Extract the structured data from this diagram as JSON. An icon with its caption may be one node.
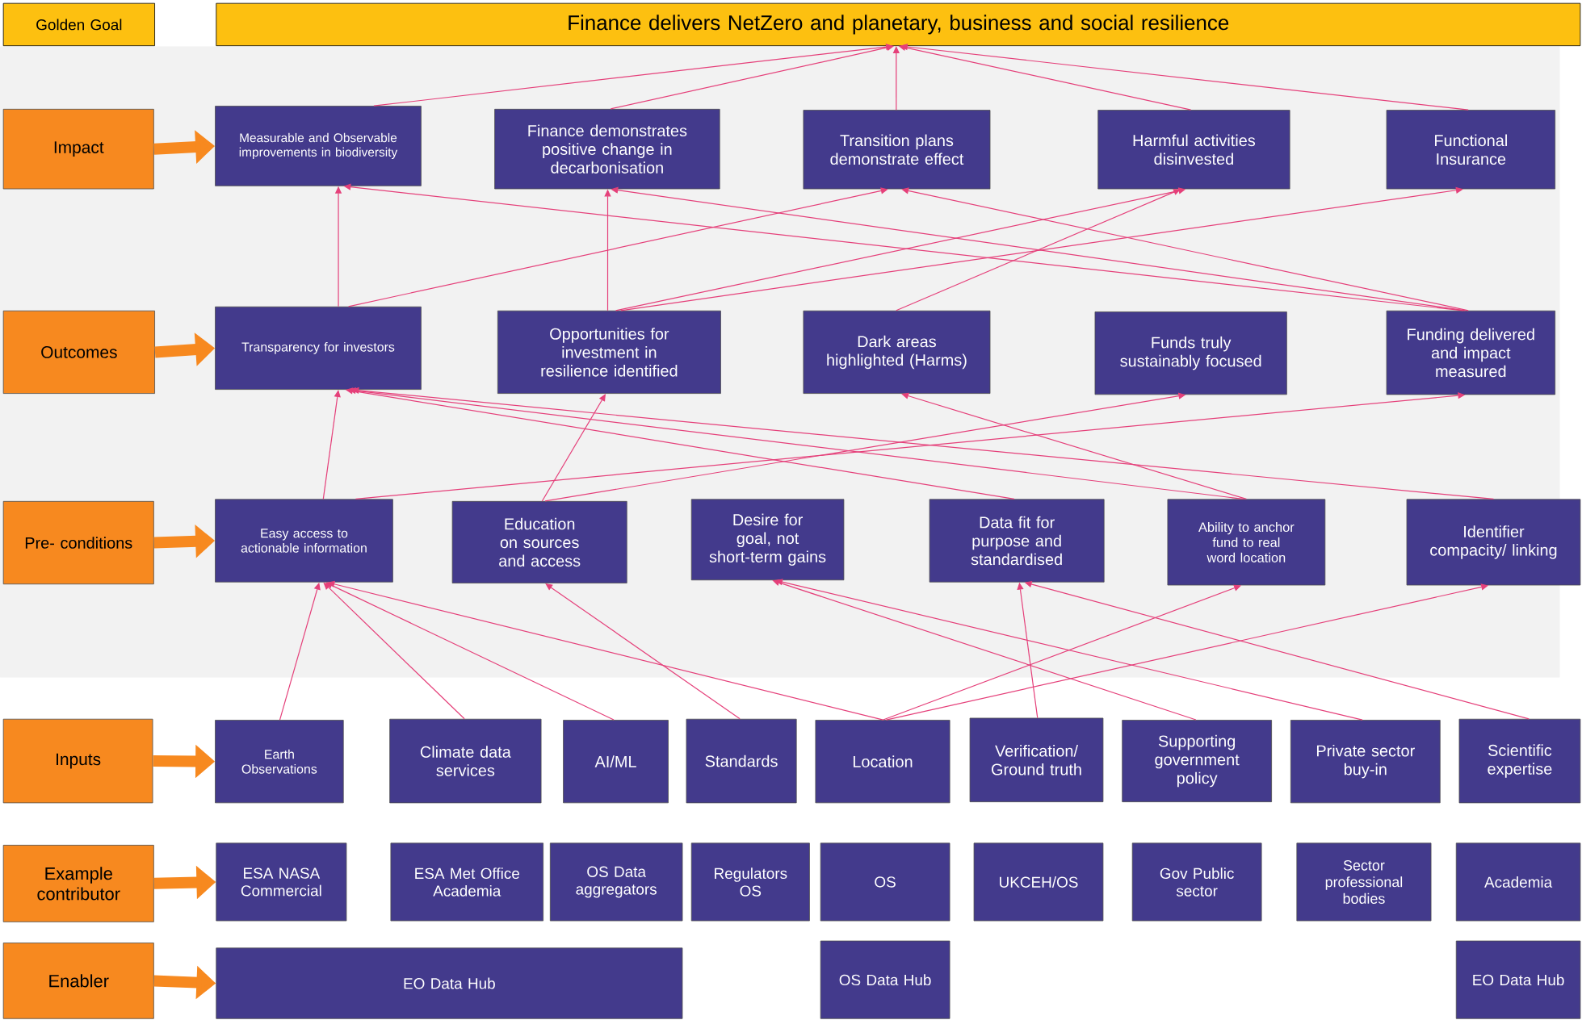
{
  "diagram": {
    "nodes": [
      {
        "text": [
          "Golden Goal"
        ]
      },
      {
        "text": [
          "Finance delivers NetZero and planetary, business and social resilience"
        ]
      },
      {
        "text": [
          "Impact"
        ]
      },
      {
        "text": [
          "Measurable and Observable improvements in biodiversity"
        ]
      },
      {
        "text": [
          "Finance demonstrates positive change in decarbonisation"
        ]
      },
      {
        "text": [
          "Transition plans demonstrate effect"
        ]
      },
      {
        "text": [
          "Harmful activities disinvested"
        ]
      },
      {
        "text": [
          "Functional Insurance"
        ]
      },
      {
        "text": [
          "Outcomes"
        ]
      },
      {
        "text": [
          "Transparency for investors"
        ]
      },
      {
        "text": [
          "Opportunities for investment in resilience identified"
        ]
      },
      {
        "text": [
          "Dark areas highlighted (Harms)"
        ]
      },
      {
        "text": [
          "Funds truly sustainably focused"
        ]
      },
      {
        "text": [
          "Funding delivered and impact measured"
        ]
      },
      {
        "text": [
          "Pre- conditions"
        ]
      },
      {
        "text": [
          "Easy access to actionable information"
        ]
      },
      {
        "text": [
          "Education on sources and access"
        ]
      },
      {
        "text": [
          "Desire for goal, not short-term gains"
        ]
      },
      {
        "text": [
          "Data fit for purpose and standardised"
        ]
      },
      {
        "text": [
          "Ability to anchor fund to real word location"
        ]
      },
      {
        "text": [
          "Identifier compacity/ linking"
        ]
      },
      {
        "text": [
          "Inputs"
        ]
      },
      {
        "text": [
          "Earth Observations"
        ]
      },
      {
        "text": [
          "Climate data services"
        ]
      },
      {
        "text": [
          "AI/ML"
        ]
      },
      {
        "text": [
          "Standards"
        ]
      },
      {
        "text": [
          "Location"
        ]
      },
      {
        "text": [
          "Verification/ Ground truth"
        ]
      },
      {
        "text": [
          "Supporting government policy"
        ]
      },
      {
        "text": [
          "Private sector buy-in"
        ]
      },
      {
        "text": [
          "Scientific expertise"
        ]
      },
      {
        "text": [
          "Example contributor"
        ]
      },
      {
        "text": [
          "ESA NASA Commercial"
        ]
      },
      {
        "text": [
          "ESA Met Office Academia"
        ]
      },
      {
        "text": [
          "OS Data aggregators"
        ]
      },
      {
        "text": [
          "Regulators OS"
        ]
      },
      {
        "text": [
          "OS"
        ]
      },
      {
        "text": [
          "UKCEH/OS"
        ]
      },
      {
        "text": [
          "Gov Public sector"
        ]
      },
      {
        "text": [
          "Sector professional bodies"
        ]
      },
      {
        "text": [
          "Academia"
        ]
      },
      {
        "text": [
          "Enabler"
        ]
      },
      {
        "text": [
          "EO Data Hub"
        ]
      },
      {
        "text": [
          "OS Data Hub"
        ]
      },
      {
        "text": [
          "EO Data Hub"
        ]
      }
    ],
    "edges": [
      {
        "from": 3,
        "to": 1,
        "arrow": "to"
      },
      {
        "from": 4,
        "to": 1,
        "arrow": "to"
      },
      {
        "from": 5,
        "to": 1,
        "arrow": "to"
      },
      {
        "from": 6,
        "to": 1,
        "arrow": "to"
      },
      {
        "from": 7,
        "to": 1,
        "arrow": "to"
      },
      {
        "from": 2,
        "to": 3,
        "arrow": "to",
        "style": "thick",
        "color": "#f7891f"
      },
      {
        "from": 8,
        "to": 9,
        "arrow": "to",
        "style": "thick",
        "color": "#f7891f"
      },
      {
        "from": 14,
        "to": 15,
        "arrow": "to",
        "style": "thick",
        "color": "#f7891f"
      },
      {
        "from": 21,
        "to": 22,
        "arrow": "to",
        "style": "thick",
        "color": "#f7891f"
      },
      {
        "from": 31,
        "to": 32,
        "arrow": "to",
        "style": "thick",
        "color": "#f7891f"
      },
      {
        "from": 41,
        "to": 42,
        "arrow": "to",
        "style": "thick",
        "color": "#f7891f"
      },
      {
        "from": 9,
        "to": 3,
        "arrow": "to"
      },
      {
        "from": 9,
        "to": 5,
        "arrow": "to"
      },
      {
        "from": 10,
        "to": 4,
        "arrow": "to"
      },
      {
        "from": 10,
        "to": 6,
        "arrow": "to"
      },
      {
        "from": 10,
        "to": 7,
        "arrow": "to"
      },
      {
        "from": 11,
        "to": 6,
        "arrow": "to"
      },
      {
        "from": 13,
        "to": 3,
        "arrow": "to"
      },
      {
        "from": 13,
        "to": 4,
        "arrow": "to"
      },
      {
        "from": 13,
        "to": 5,
        "arrow": "to"
      },
      {
        "from": 15,
        "to": 9,
        "arrow": "to"
      },
      {
        "from": 15,
        "to": 13,
        "arrow": "to"
      },
      {
        "from": 16,
        "to": 10,
        "arrow": "to"
      },
      {
        "from": 16,
        "to": 12,
        "arrow": "to"
      },
      {
        "from": 18,
        "to": 9,
        "arrow": "to"
      },
      {
        "from": 19,
        "to": 9,
        "arrow": "to"
      },
      {
        "from": 20,
        "to": 9,
        "arrow": "to"
      },
      {
        "from": 19,
        "to": 11,
        "arrow": "to"
      },
      {
        "from": 22,
        "to": 15,
        "arrow": "to"
      },
      {
        "from": 23,
        "to": 15,
        "arrow": "to"
      },
      {
        "from": 24,
        "to": 15,
        "arrow": "to"
      },
      {
        "from": 26,
        "to": 15,
        "arrow": "to"
      },
      {
        "from": 25,
        "to": 16,
        "arrow": "to"
      },
      {
        "from": 26,
        "to": 19,
        "arrow": "to"
      },
      {
        "from": 26,
        "to": 20,
        "arrow": "to"
      },
      {
        "from": 27,
        "to": 18,
        "arrow": "to"
      },
      {
        "from": 28,
        "to": 17,
        "arrow": "to"
      },
      {
        "from": 29,
        "to": 17,
        "arrow": "to"
      },
      {
        "from": 30,
        "to": 18,
        "arrow": "to"
      }
    ]
  }
}
